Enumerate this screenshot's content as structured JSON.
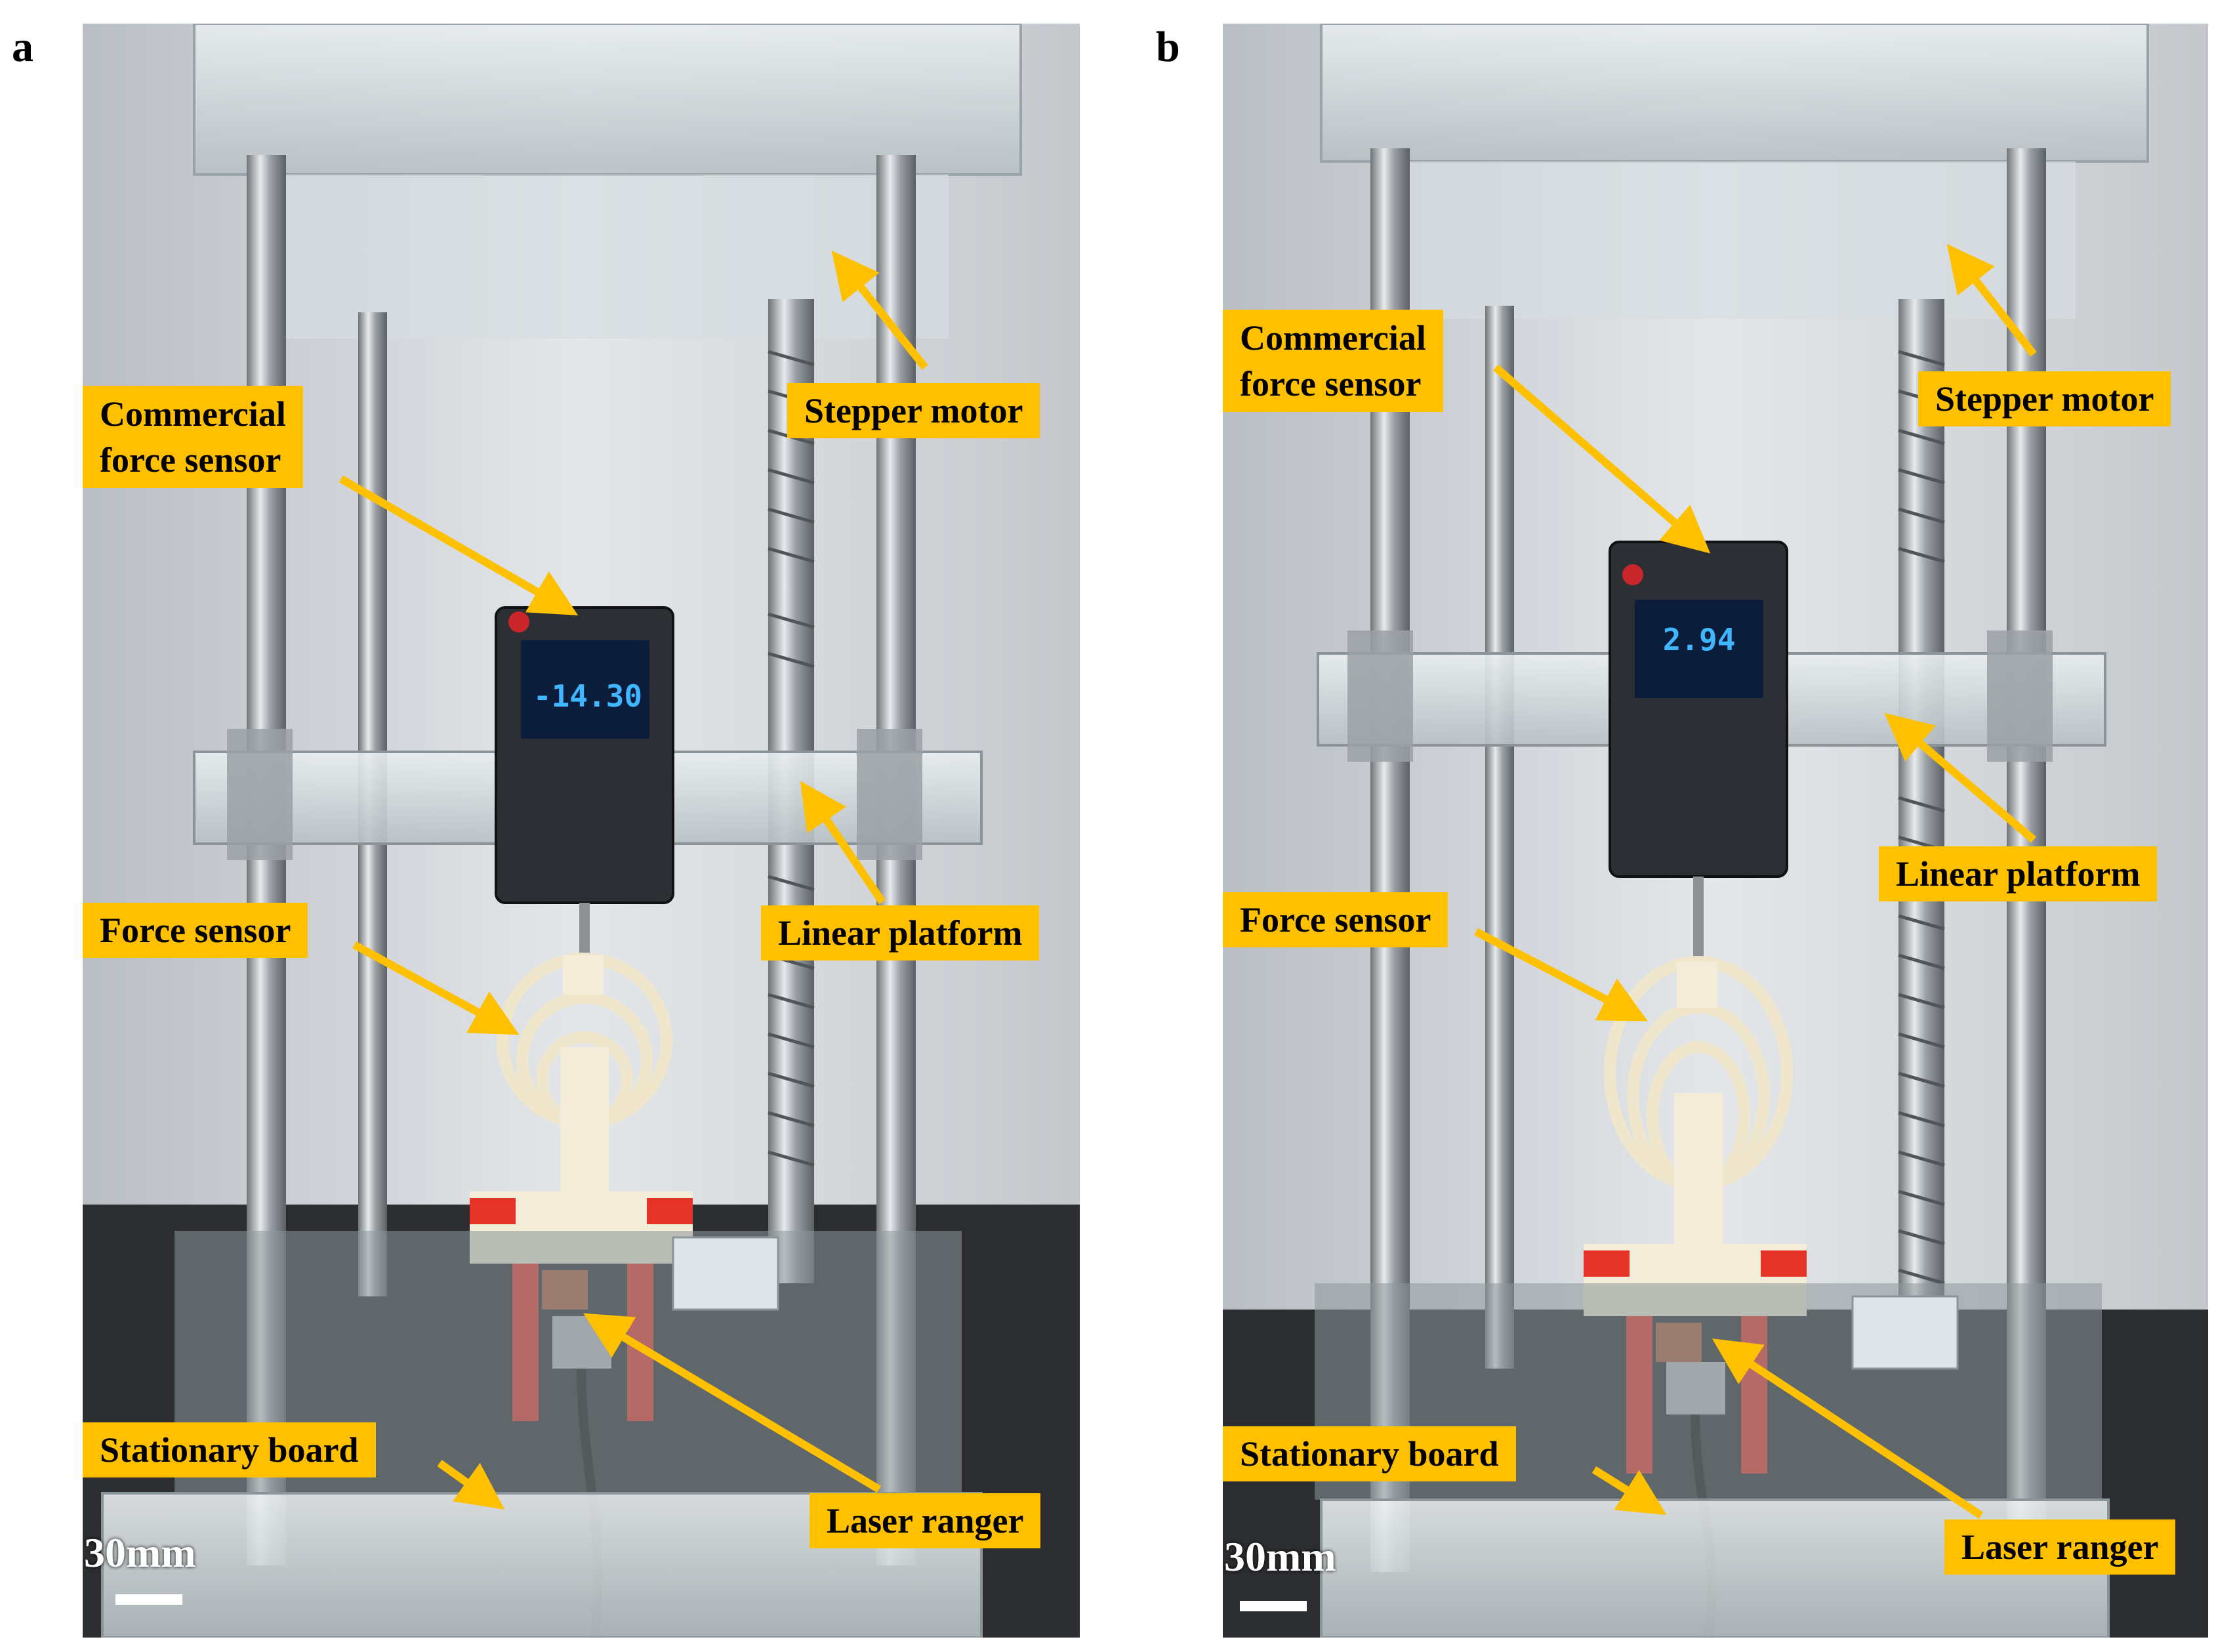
{
  "panels": [
    {
      "letter": "a",
      "display_value": "-14.30",
      "labels": {
        "stepper_motor": "Stepper motor",
        "commercial_sensor_line1": "Commercial",
        "commercial_sensor_line2": "force sensor",
        "force_sensor": "Force sensor",
        "linear_platform": "Linear platform",
        "stationary_board": "Stationary board",
        "laser_ranger": "Laser ranger"
      },
      "scale": "30mm"
    },
    {
      "letter": "b",
      "display_value": "2.94",
      "labels": {
        "stepper_motor": "Stepper motor",
        "commercial_sensor_line1": "Commercial",
        "commercial_sensor_line2": "force sensor",
        "force_sensor": "Force sensor",
        "linear_platform": "Linear platform",
        "stationary_board": "Stationary board",
        "laser_ranger": "Laser ranger"
      },
      "scale": "30mm"
    }
  ],
  "colors": {
    "label_fill": "#ffc000",
    "arrow": "#ffc000",
    "frame_bg": "#cfd3d6"
  }
}
